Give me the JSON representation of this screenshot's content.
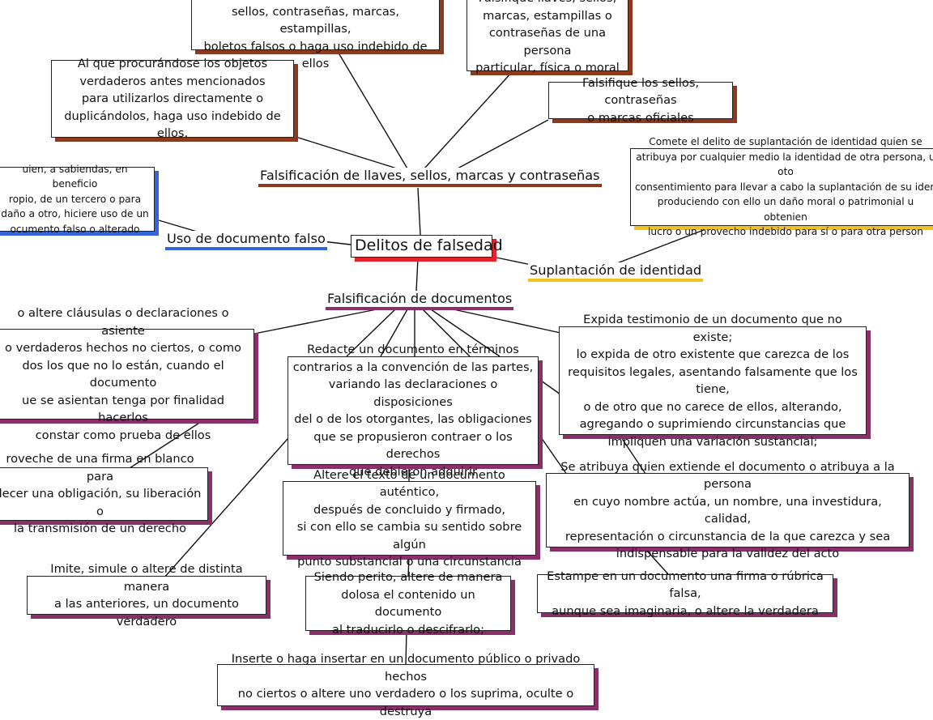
{
  "root": "Delitos de falsedad",
  "topics": {
    "llaves": "Falsificación de llaves, sellos, marcas y contraseñas",
    "uso": "Uso de documento falso",
    "suplantacion": "Suplantación de identidad",
    "documentos": "Falsificación de documentos"
  },
  "llaves_items": {
    "enajene": "Enajene o, a sabiendas, haga uso de llaves,\nsellos, contraseñas, marcas, estampillas,\nboletos falsos o haga uso indebido de ellos",
    "falsifique_particular": "Falsifique llaves, sellos,\nmarcas, estampillas o\ncontraseñas de una persona\nparticular, física o moral",
    "procurandose": "Al que procurándose los objetos\nverdaderos antes mencionados\npara utilizarlos directamente o\nduplicándolos, haga uso indebido de ellos.",
    "oficiales": "Falsifique los sellos, contraseñas\no marcas oficiales"
  },
  "uso_item": "uien, a sabiendas, en beneficio\nropio, de un tercero o para\ndaño a otro, hiciere uso de un\nocumento falso o alterado",
  "suplantacion_item": "Comete el delito de suplantación de identidad quien se\natribuya por cualquier medio la identidad de otra persona, u oto\nconsentimiento para llevar a cabo la suplantación de su iden\nproduciendo con ello un daño moral o patrimonial u obtenien\nlucro o un provecho indebido para sí o para otra person",
  "documentos_items": {
    "clausulas": "o altere cláusulas o declaraciones o asiente\no verdaderos hechos no ciertos, o como\ndos los que no lo están, cuando el documento\nue se asientan tenga por finalidad hacerlos\nconstar como prueba de ellos",
    "redacte": "Redacte un documento en términos\ncontrarios a la convención de las partes,\nvariando las declaraciones o disposiciones\ndel o de los otorgantes, las obligaciones\nque se propusieron contraer o los derechos\nque debieron adquirir",
    "expida": "Expida testimonio de un documento que no existe;\nlo expida de otro existente que carezca de los\nrequisitos legales, asentando falsamente que los tiene,\no de otro que no carece de ellos, alterando,\nagregando o suprimiendo circunstancias que\nimpliquen una variación sustancial;",
    "firma_blanco": "roveche de una firma en blanco para\nlecer una obligación, su liberación o\nla transmisión de un derecho",
    "altere_texto": "Altere el texto de un documento auténtico,\ndespués de concluido y firmado,\nsi con ello se cambia su sentido sobre algún\npunto substancial o una circunstancia",
    "atribuya": "Se atribuya quien extiende el documento o atribuya a la persona\nen cuyo nombre actúa, un nombre, una investidura, calidad,\nrepresentación o circunstancia de la que carezca y sea\nindispensable para la validez del acto",
    "imite": "Imite, simule o altere de distinta manera\na las anteriores, un documento verdadero",
    "perito": "Siendo perito, altere de manera\ndolosa el contenido un documento\nal traducirlo o descifrarlo;",
    "estampe": "Estampe en un documento una firma o rúbrica falsa,\naunque sea imaginaria, o altere la verdadera",
    "inserte": "Inserte o haga insertar en un documento público o privado hechos\nno ciertos o altere uno verdadero o los suprima, oculte o destruya"
  },
  "colors": {
    "root_accent": "#e8202a",
    "llaves_accent": "#8b3a1e",
    "documentos_accent": "#8b2f6b",
    "uso_accent": "#3366dd",
    "suplantacion_accent": "#f2c21a"
  }
}
